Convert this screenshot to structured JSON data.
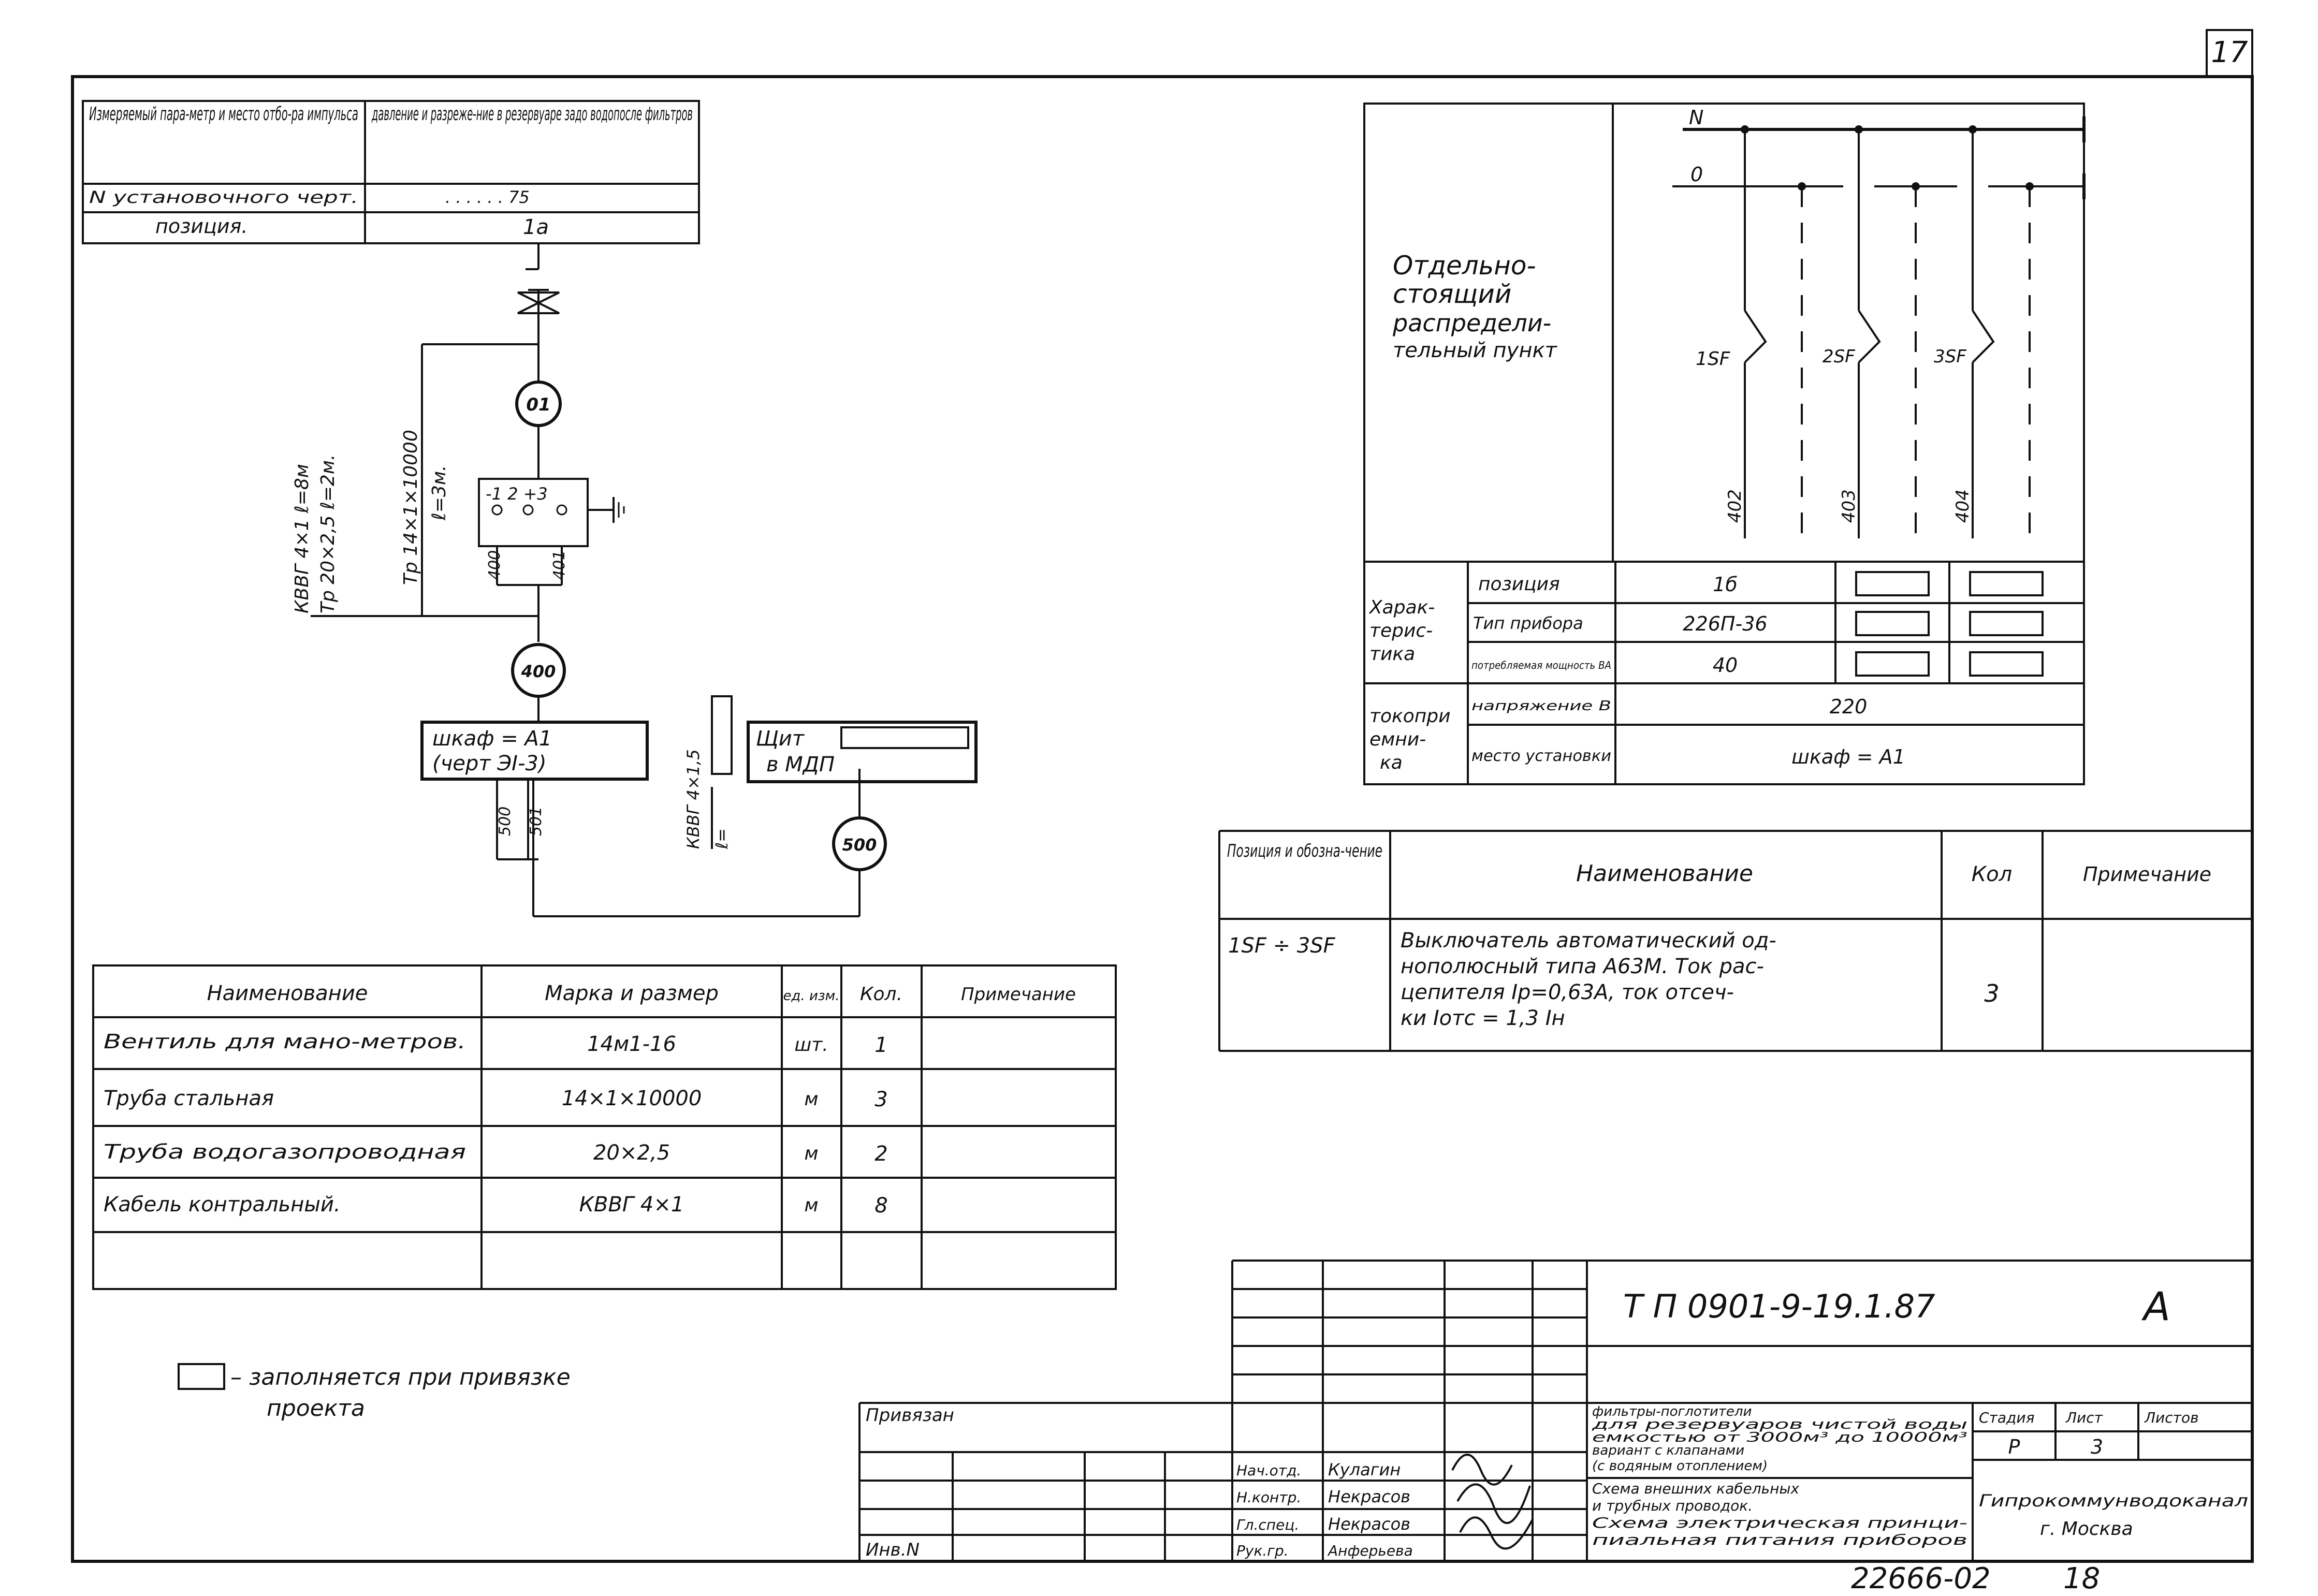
{
  "sheet": {
    "page_number": "17",
    "doc_code": "Т П 0901-9-19.1.87",
    "format_letter": "А",
    "archive_no": "22666-02",
    "archive_page": "18"
  },
  "impulse_table": {
    "rows": [
      {
        "label": "Измеряемый пара-метр и место отбо-ра импульса",
        "value": "давление и разреже-ние в резервуаре задо водопосле фильтров"
      },
      {
        "label": "N установочного черт.",
        "value": ". . . . . . 75"
      },
      {
        "label": "позиция.",
        "value": "1а"
      }
    ]
  },
  "scheme": {
    "node_01": "01",
    "node_400": "400",
    "node_500": "500",
    "terminals": "-1  2 +3",
    "wire_400": "400",
    "wire_401": "401",
    "wire_500": "500",
    "wire_501": "501",
    "left_cable_1": "КВВГ 4×1  ℓ=8м",
    "left_cable_2": "Тр 20×2,5  ℓ=2м.",
    "tube_label_1": "Тр 14×1×10000",
    "tube_label_2": "ℓ=3м.",
    "cabinet_1": "шкаф = А1",
    "cabinet_2": "(черт ЭI-3)",
    "panel_1": "Щит",
    "panel_2": "в МДП",
    "cable_mid_1": "КВВГ 4×1,5",
    "cable_mid_2": "ℓ="
  },
  "materials_table": {
    "headers": [
      "Наименование",
      "Марка и размер",
      "ед. изм.",
      "Кол.",
      "Примечание"
    ],
    "rows": [
      [
        "Вентиль для мано-метров.",
        "14м1-16",
        "шт.",
        "1",
        ""
      ],
      [
        "Труба стальная",
        "14×1×10000",
        "м",
        "3",
        ""
      ],
      [
        "Труба водогазопроводная",
        "20×2,5",
        "м",
        "2",
        ""
      ],
      [
        "Кабель контральный.",
        "КВВГ 4×1",
        "м",
        "8",
        ""
      ],
      [
        "",
        "",
        "",
        "",
        ""
      ]
    ]
  },
  "legend": {
    "line_1": "– заполняется при привязке",
    "line_2": "проекта"
  },
  "distribution": {
    "title_1": "Отдельно-",
    "title_2": "стоящий",
    "title_3": "распредели-",
    "title_4": "тельный пункт",
    "bus_n": "N",
    "bus_0": "0",
    "breakers": [
      "1SF",
      "2SF",
      "3SF"
    ],
    "cables": [
      "402",
      "403",
      "404"
    ],
    "group_1": "Харак-",
    "group_2": "терис-",
    "group_3": "тика",
    "group_4": "токопри",
    "group_5": "емни-",
    "group_6": "ка",
    "row_labels": [
      "позиция",
      "Тип прибора",
      "потребляемая мощность ВА",
      "напряжение В",
      "место установки"
    ],
    "row_values": [
      "1б",
      "226П-36",
      "40",
      "220",
      "шкаф = А1"
    ]
  },
  "spec_table": {
    "headers": [
      "Позиция и обозна-чение",
      "Наименование",
      "Кол",
      "Примечание"
    ],
    "row": {
      "pos": "1SF ÷ 3SF",
      "name_1": "Выключатель автоматический од-",
      "name_2": "нополюсный типа А63М. Ток рас-",
      "name_3": "цепителя Ip=0,63А, ток отсеч-",
      "name_4": "ки Iотс = 1,3 Iн",
      "qty": "3",
      "note": ""
    }
  },
  "title_block": {
    "privyazan": "Привязан",
    "inv": "Инв.N",
    "roles": [
      "Нач.отд.",
      "Н.контр.",
      "Гл.спец.",
      "Рук.гр."
    ],
    "names": [
      "Кулагин",
      "Некрасов",
      "Некрасов",
      "Анферьева"
    ],
    "desc_1": "фильтры-поглотители",
    "desc_2": "для резервуаров чистой воды",
    "desc_3": "емкостью от 3000м³ до 10000м³",
    "desc_4": "вариант с клапанами",
    "desc_5": "(с водяным отоплением)",
    "dwg_1": "Схема внешних кабельных",
    "dwg_2": "и трубных проводок.",
    "dwg_3": "Схема электрическая принци-",
    "dwg_4": "пиальная питания приборов",
    "stage_h": "Стадия",
    "sheet_h": "Лист",
    "sheets_h": "Листов",
    "stage": "Р",
    "sheet": "3",
    "org_1": "Гипрокоммунводоканал",
    "org_2": "г. Москва"
  }
}
